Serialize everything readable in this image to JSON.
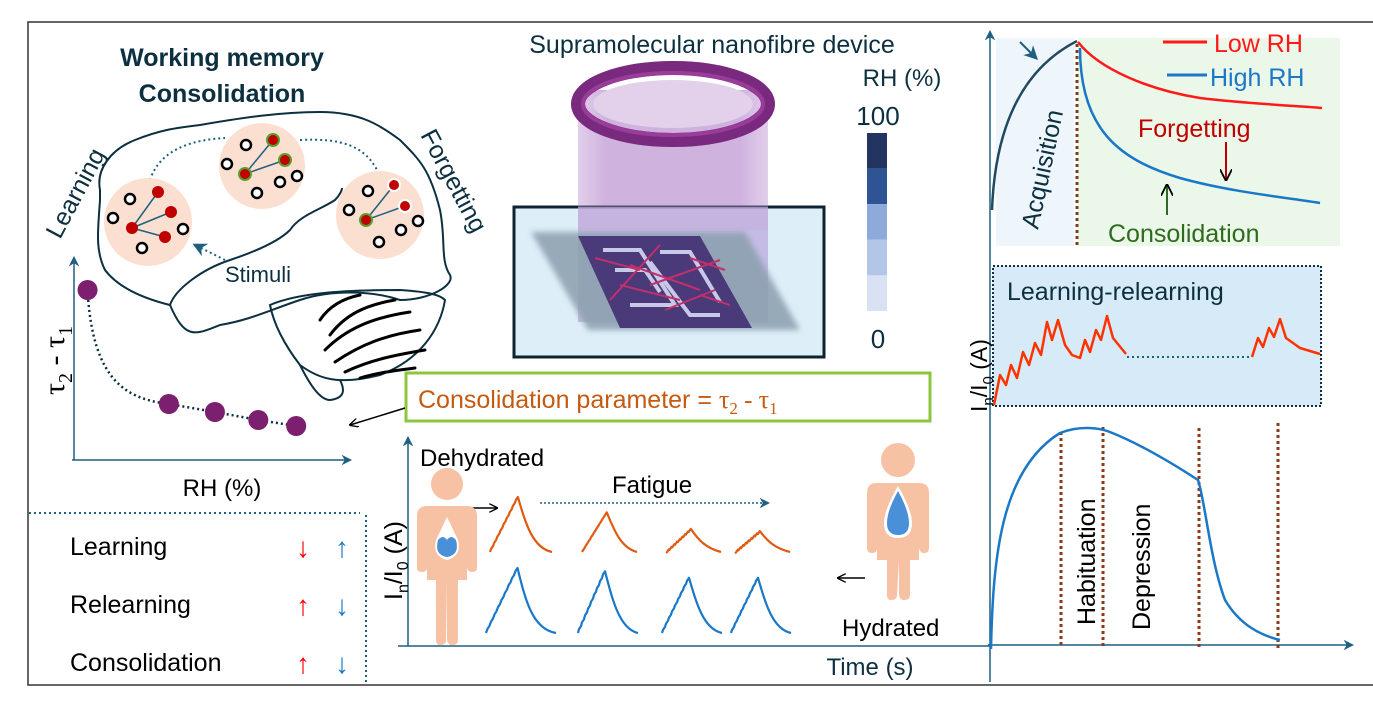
{
  "title_panel": {
    "line1": "Working memory",
    "line2": "Consolidation",
    "learning_label": "Learning",
    "forgetting_label": "Forgetting",
    "stimuli_label": "Stimuli"
  },
  "rh_plot": {
    "y_label_tau": "τ",
    "y_sub2": "2",
    "y_minus": " - ",
    "y_sub1": "1",
    "x_label": "RH (%)",
    "points": [
      {
        "rh": 0.05,
        "value": 0.85
      },
      {
        "rh": 0.35,
        "value": 0.28
      },
      {
        "rh": 0.52,
        "value": 0.24
      },
      {
        "rh": 0.68,
        "value": 0.2
      },
      {
        "rh": 0.82,
        "value": 0.17
      }
    ]
  },
  "summary_table": {
    "rows": [
      {
        "label": "Learning",
        "low_rh": "↓",
        "high_rh": "↑"
      },
      {
        "label": "Relearning",
        "low_rh": "↑",
        "high_rh": "↓"
      },
      {
        "label": "Consolidation",
        "low_rh": "↑",
        "high_rh": "↓"
      }
    ]
  },
  "device": {
    "title": "Supramolecular nanofibre device",
    "colorbar_title": "RH (%)",
    "colorbar_max": "100",
    "colorbar_min": "0",
    "colorbar_colors": [
      "#22345f",
      "#2f5496",
      "#8eaadb",
      "#b4c6e7",
      "#d9e2f3"
    ]
  },
  "consolidation_param": {
    "text": "Consolidation parameter = ",
    "tau": "τ",
    "sub2": "2",
    "minus": " - ",
    "sub1": "1"
  },
  "fatigue_panel": {
    "y_label_main": "I",
    "y_sub_n": "n",
    "y_slash": "/I",
    "y_sub_0": "0",
    "y_unit": " (A)",
    "dehydrated_label": "Dehydrated",
    "fatigue_label": "Fatigue",
    "hydrated_label": "Hydrated",
    "x_label": "Time (s)",
    "orange_peaks": [
      1.0,
      0.72,
      0.42,
      0.38
    ],
    "blue_peaks": [
      1.0,
      0.95,
      0.85,
      0.85
    ]
  },
  "right_panel": {
    "legend": [
      {
        "label": "Low RH",
        "color": "#ff1a1a"
      },
      {
        "label": "High RH",
        "color": "#1a78c8"
      }
    ],
    "acquisition_label": "Acquisition",
    "forgetting_label": "Forgetting",
    "consolidation_label": "Consolidation",
    "relearning_title": "Learning-relearning",
    "y_label_main": "I",
    "y_sub_n": "n",
    "y_slash": "/I",
    "y_sub_0": "0",
    "y_unit": " (A)",
    "habituation_label": "Habituation",
    "depression_label": "Depression"
  }
}
